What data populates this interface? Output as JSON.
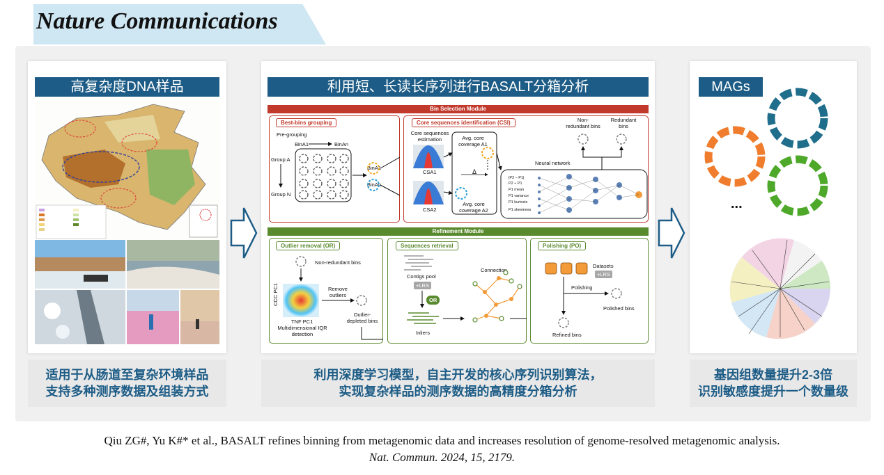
{
  "header": {
    "journal": "Nature Communications"
  },
  "left_panel": {
    "title": "高复杂度DNA样品",
    "footer_line1": "适用于从肠道至复杂环境样品",
    "footer_line2": "支持多种测序数据及组装方式"
  },
  "middle_panel": {
    "title": "利用短、长读长序列进行BASALT分箱分析",
    "bin_selection_module": "Bin Selection Module",
    "best_bins": {
      "tag": "Best-bins grouping",
      "pre_grouping": "Pre-grouping",
      "group_a": "Group A",
      "group_n": "Group N",
      "bin_a1": "BinA1",
      "bin_an": "BinAn",
      "bin_a1_right": "BinA1",
      "bin_an_right": "BinAn"
    },
    "csi": {
      "tag": "Core sequences identification (CSI)",
      "core_est": "Core sequences estimation",
      "cs_a1": "CSA1",
      "cs_a2": "CSA2",
      "avg_a1": "Avg. core coverage A1",
      "avg_a2": "Avg. core coverage A2",
      "delta": "Δ",
      "neural": "Neural network",
      "non_redundant": "Non-redundant bins",
      "redundant": "Redundant bins",
      "features": [
        "|P2 – P1|",
        "P2 ÷ P1",
        "P1 mean",
        "P1 variance",
        "P1 kurtosis",
        "P1 skewness"
      ]
    },
    "refinement_module": "Refinement Module",
    "outlier": {
      "tag": "Outlier removal (OR)",
      "non_redundant": "Non-redundant bins",
      "ccc": "CCC PC1",
      "tnf": "TNF PC1",
      "multi": "Multidimensional IQR detection",
      "remove": "Remove outliers",
      "depleted": "Outlier-depleted bins"
    },
    "retrieval": {
      "tag": "Sequences retrieval",
      "contigs": "Contigs pool",
      "lrs": "+LRS",
      "or": "OR",
      "inliers": "Inliers",
      "connection": "Connection"
    },
    "polishing": {
      "tag": "Polishing (PO)",
      "datasets": "Datasets",
      "lrs": "+LRS",
      "polishing": "Polishing",
      "polished": "Polished bins",
      "refined": "Refined bins"
    },
    "footer_line1": "利用深度学习模型，自主开发的核心序列识别算法，",
    "footer_line2": "实现复杂样品的测序数据的高精度分箱分析"
  },
  "right_panel": {
    "title": "MAGs",
    "ellipsis": "...",
    "footer_line1": "基因组数量提升2-3倍",
    "footer_line2": "识别敏感度提升一个数量级"
  },
  "citation": {
    "line1": "Qiu ZG#, Yu  K#* et al., BASALT refines binning from metagenomic data and increases resolution of genome-resolved metagenomic analysis.",
    "line2": "Nat. Commun. 2024, 15, 2179."
  },
  "colors": {
    "title_blue": "#1d5c86",
    "bin_red": "#c0392b",
    "refine_green": "#5a8a2e",
    "mag_blue": "#1f6e8c",
    "mag_orange": "#ef7d2d",
    "mag_green": "#4ea82a"
  }
}
